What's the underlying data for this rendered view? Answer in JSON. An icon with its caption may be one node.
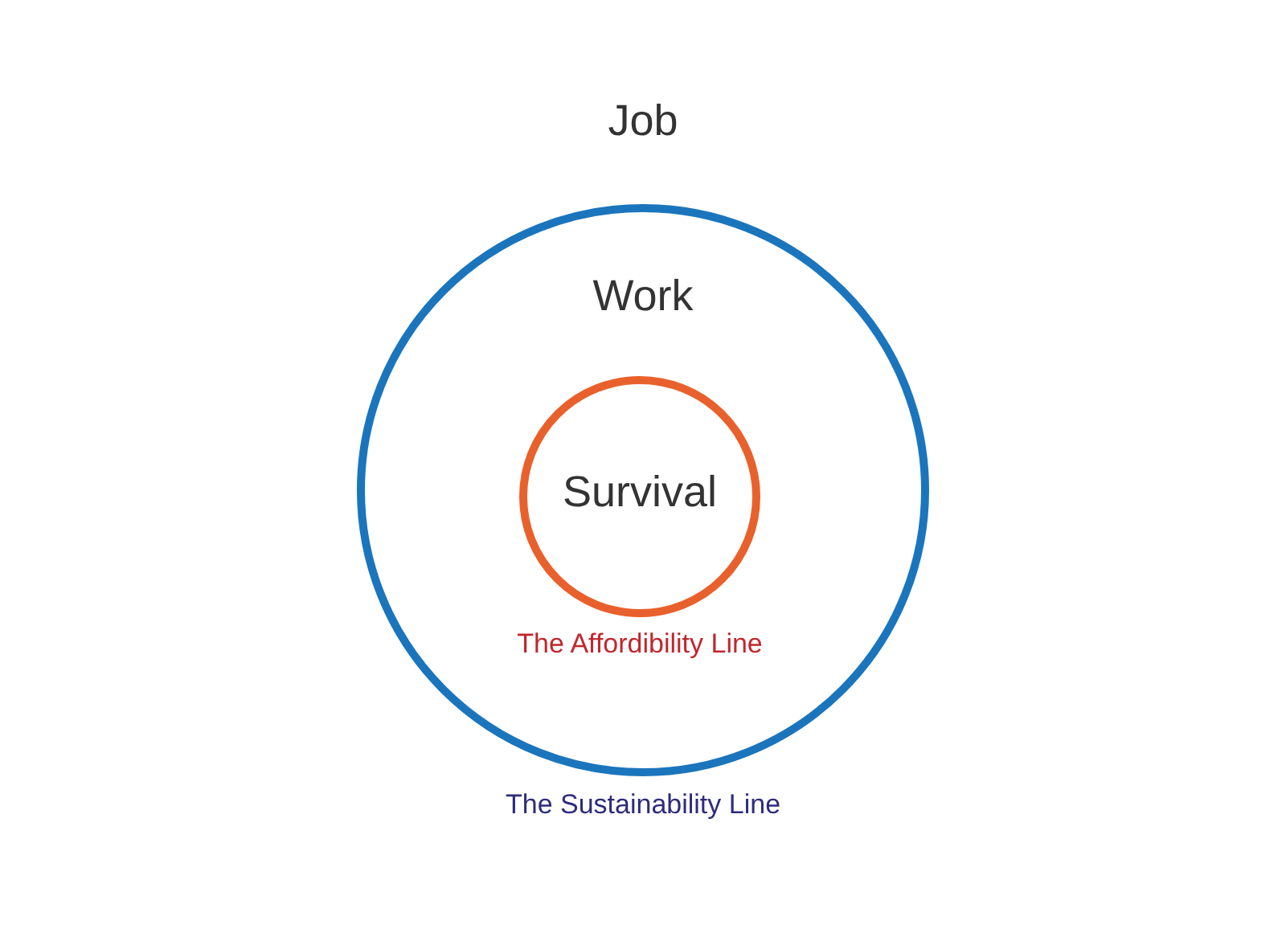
{
  "diagram": {
    "nodes": [
      {
        "text": [
          "Work"
        ],
        "beside": [
          "The Sustainability Line"
        ]
      },
      {
        "text": [
          "Survival"
        ],
        "in": 0,
        "beside": [
          "The Affordibility Line"
        ]
      }
    ],
    "labels": [
      "Job"
    ]
  }
}
